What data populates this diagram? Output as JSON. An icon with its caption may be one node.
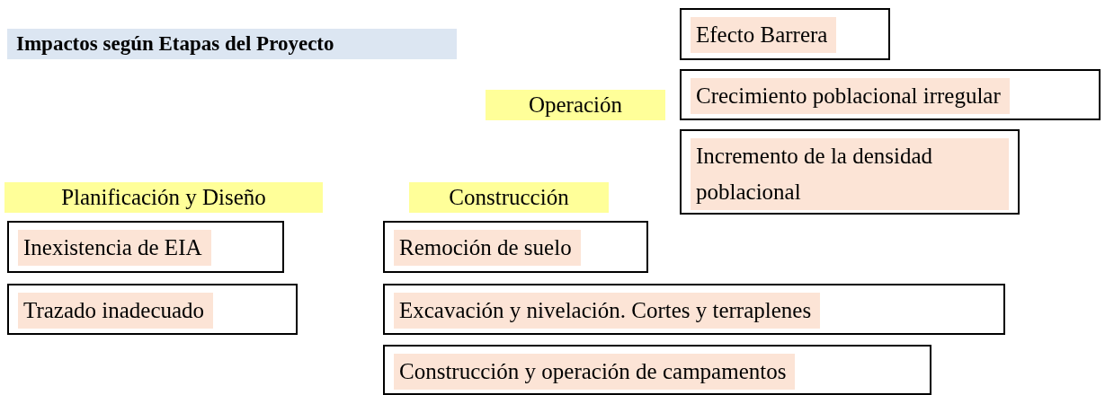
{
  "diagram": {
    "title": "Impactos según Etapas del Proyecto",
    "nodes": [
      {
        "text": [
          "Efecto Barrera"
        ]
      },
      {
        "text": [
          "Operación"
        ]
      },
      {
        "text": [
          "Crecimiento poblacional irregular"
        ]
      },
      {
        "text": [
          "Incremento de la densidad poblacional"
        ]
      },
      {
        "text": [
          "Planificación y Diseño"
        ]
      },
      {
        "text": [
          "Construcción"
        ]
      },
      {
        "text": [
          "Inexistencia de EIA"
        ]
      },
      {
        "text": [
          "Remoción de suelo"
        ]
      },
      {
        "text": [
          "Trazado inadecuado"
        ]
      },
      {
        "text": [
          "Excavación y nivelación. Cortes y terraplenes"
        ]
      },
      {
        "text": [
          "Construcción y operación de campamentos"
        ]
      }
    ]
  }
}
